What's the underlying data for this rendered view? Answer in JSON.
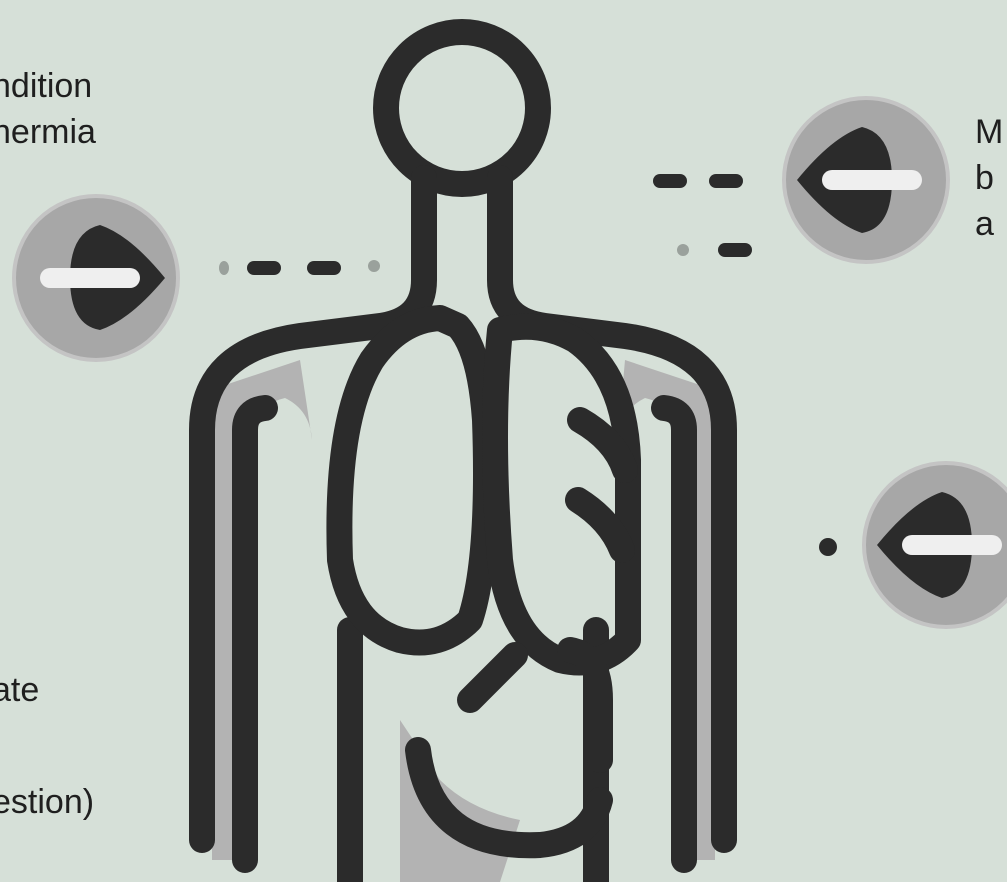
{
  "labels": {
    "top_left": [
      "ndition",
      "hermia"
    ],
    "top_right": [
      "M",
      "b",
      "a"
    ],
    "bottom_left": [
      "ate",
      "estion)"
    ]
  },
  "colors": {
    "background": "#d6e0d8",
    "outline": "#2b2b2b",
    "shoulder_fill": "#b3b3b3",
    "badge_fill": "#a7a7a7",
    "badge_bar": "#efefef"
  },
  "icons": [
    "body-torso-icon",
    "lung-left-icon",
    "lung-right-icon",
    "arrow-right-badge-icon",
    "arrow-left-badge-icon"
  ]
}
